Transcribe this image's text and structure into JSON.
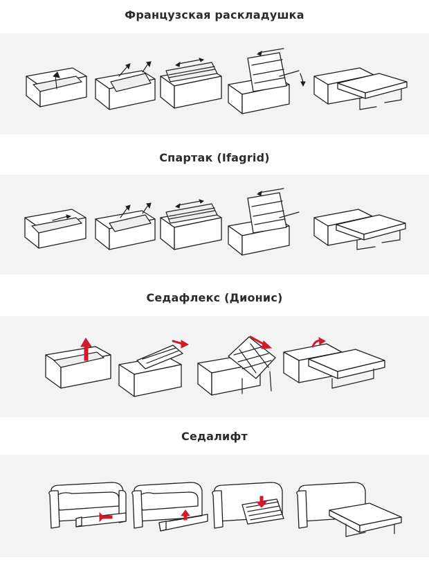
{
  "sections": [
    {
      "title": "Французская раскладушка",
      "steps": 5
    },
    {
      "title": "Спартак (Ifagrid)",
      "steps": 5
    },
    {
      "title": "Седафлекс (Дионис)",
      "steps": 4
    },
    {
      "title": "Седалифт",
      "steps": 4
    }
  ],
  "colors": {
    "band": "#f3f3f3",
    "ink": "#1e1e1e",
    "accent": "#d11a2a"
  }
}
